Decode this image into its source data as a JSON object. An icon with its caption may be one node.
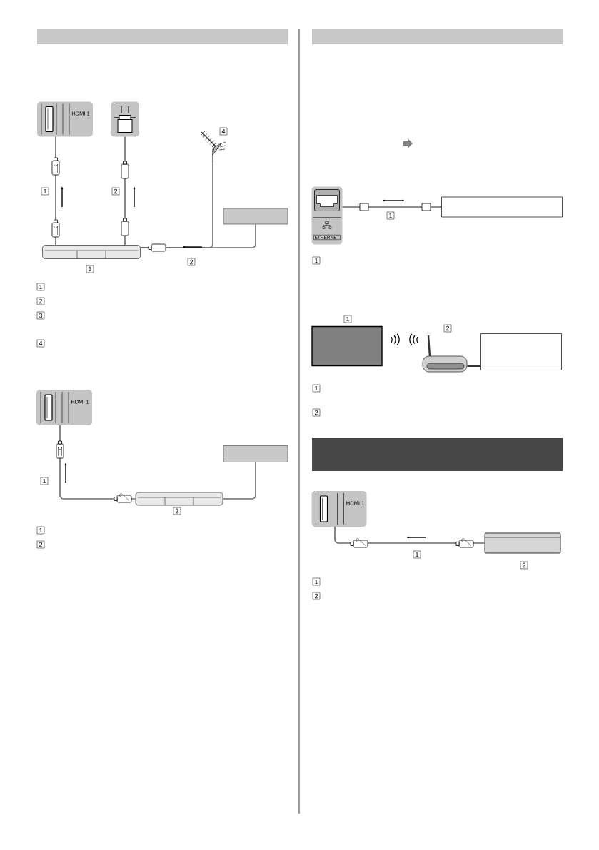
{
  "diagram": {
    "nodes": [
      {
        "text": [
          "HDMI 1"
        ]
      },
      {
        "text": [],
        "shape": "box"
      },
      {
        "text": [],
        "shape": "box",
        "beside": [
          "3"
        ]
      },
      {
        "text": [],
        "shape": "antenna",
        "beside": [
          "4"
        ]
      },
      {
        "text": [],
        "shape": "box"
      },
      {
        "text": [
          "HDMI 1"
        ]
      },
      {
        "text": [],
        "shape": "box"
      },
      {
        "text": [],
        "shape": "box",
        "beside": [
          "2"
        ]
      },
      {
        "text": [
          "ETHERNET"
        ]
      },
      {
        "text": [],
        "shape": "box"
      },
      {
        "text": [],
        "shape": "box",
        "beside": [
          "1"
        ]
      },
      {
        "text": [],
        "shape": "box",
        "beside": [
          "2"
        ]
      },
      {
        "text": [],
        "shape": "box"
      },
      {
        "text": [
          "HDMI 1"
        ]
      },
      {
        "text": [],
        "shape": "box",
        "beside": [
          "2"
        ]
      },
      {
        "text": [],
        "shape": "bar"
      },
      {
        "text": [],
        "shape": "bar"
      },
      {
        "text": [],
        "shape": "bar"
      }
    ],
    "edges": [
      {
        "from": 2,
        "to": 0,
        "arrow": "none",
        "label": "1"
      },
      {
        "from": 2,
        "to": 1,
        "arrow": "none",
        "label": "2"
      },
      {
        "from": 3,
        "to": 2,
        "arrow": "none",
        "label": "2"
      },
      {
        "from": 4,
        "to": 2,
        "arrow": "none"
      },
      {
        "from": 7,
        "to": 5,
        "arrow": "none",
        "label": "1"
      },
      {
        "from": 6,
        "to": 7,
        "arrow": "none"
      },
      {
        "from": 8,
        "to": 9,
        "arrow": "none",
        "label": "1"
      },
      {
        "from": 11,
        "to": 12,
        "arrow": "none",
        "color": "#000000"
      },
      {
        "from": 14,
        "to": 13,
        "arrow": "none",
        "label": "1"
      }
    ],
    "labels": [
      "1",
      "2",
      "3",
      "4",
      "1",
      "2",
      "1",
      "1",
      "2",
      "1",
      "2"
    ]
  }
}
